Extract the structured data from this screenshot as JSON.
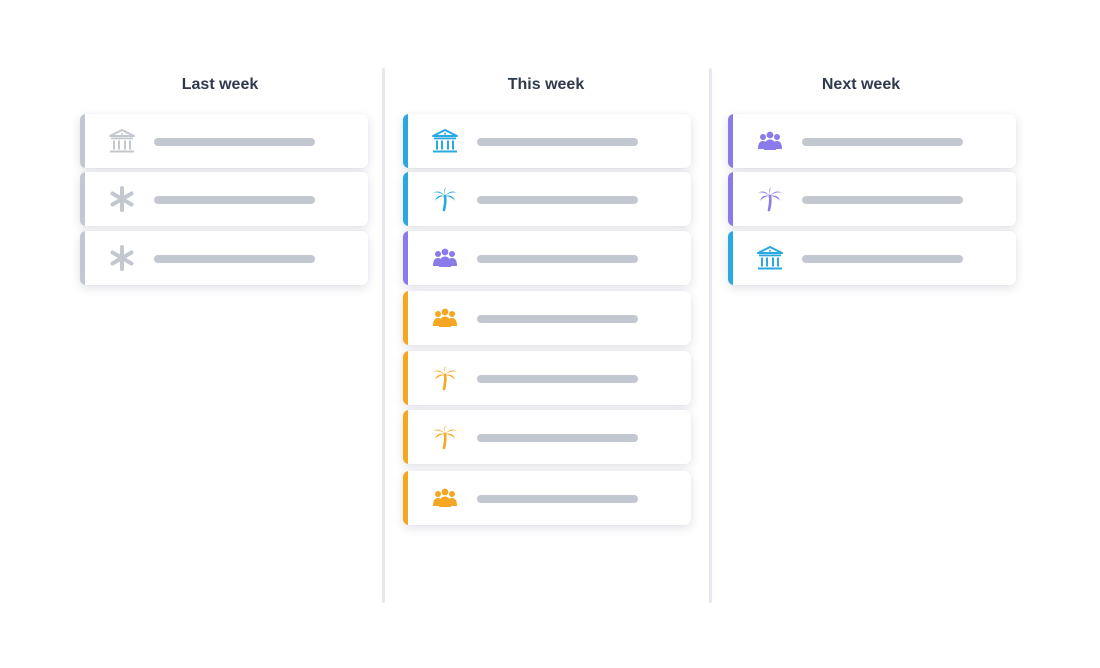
{
  "colors": {
    "gray": "#c3c7cf",
    "blue": "#29a9e0",
    "purple": "#8a7bea",
    "orange": "#f5a623",
    "divider": "#e6e7ef",
    "title": "#2f3b4c"
  },
  "columns": [
    {
      "title": "Last week",
      "cards": [
        {
          "icon": "bank-icon",
          "color": "gray"
        },
        {
          "icon": "asterisk-icon",
          "color": "gray"
        },
        {
          "icon": "asterisk-icon",
          "color": "gray"
        }
      ]
    },
    {
      "title": "This week",
      "cards": [
        {
          "icon": "bank-icon",
          "color": "blue"
        },
        {
          "icon": "palm-tree-icon",
          "color": "blue"
        },
        {
          "icon": "team-icon",
          "color": "purple"
        },
        {
          "icon": "team-icon",
          "color": "orange"
        },
        {
          "icon": "palm-tree-icon",
          "color": "orange"
        },
        {
          "icon": "palm-tree-icon",
          "color": "orange"
        },
        {
          "icon": "team-icon",
          "color": "orange"
        }
      ]
    },
    {
      "title": "Next week",
      "cards": [
        {
          "icon": "team-icon",
          "color": "purple"
        },
        {
          "icon": "palm-tree-icon",
          "color": "purple"
        },
        {
          "icon": "bank-icon",
          "color": "blue"
        }
      ]
    }
  ]
}
